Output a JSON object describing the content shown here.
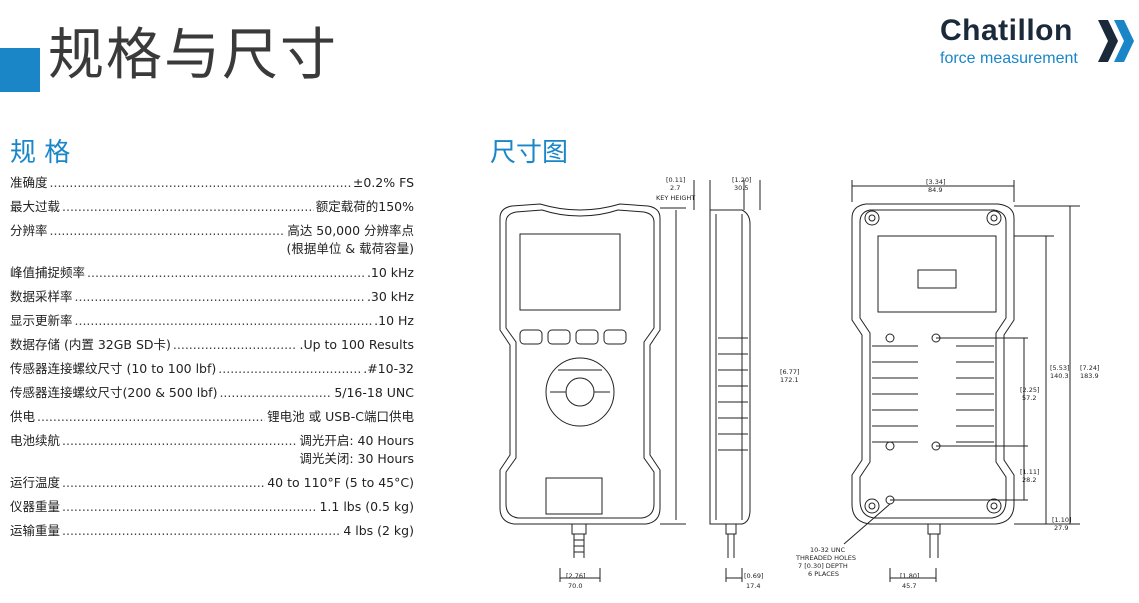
{
  "header": {
    "title": "规格与尺寸"
  },
  "logo": {
    "name": "Chatillon",
    "tagline": "force measurement",
    "brand_color": "#1a86c8"
  },
  "sections": {
    "specs_title": "规 格",
    "dims_title": "尺寸图"
  },
  "specs": [
    {
      "label": "准确度",
      "value": [
        "±0.2% FS"
      ]
    },
    {
      "label": "最大过载",
      "value": [
        "额定载荷的150%"
      ]
    },
    {
      "label": "分辨率",
      "value": [
        "高达 50,000 分辨率点",
        "(根据单位 & 载荷容量)"
      ]
    },
    {
      "label": "峰值捕捉频率",
      "value": [
        ".10 kHz"
      ]
    },
    {
      "label": "数据采样率",
      "value": [
        ".30 kHz"
      ]
    },
    {
      "label": "显示更新率",
      "value": [
        ".10 Hz"
      ]
    },
    {
      "label": "数据存储 (内置 32GB SD卡)",
      "value": [
        ".Up to 100 Results"
      ]
    },
    {
      "label": "传感器连接螺纹尺寸 (10 to 100 lbf)",
      "value": [
        ".#10-32"
      ]
    },
    {
      "label": "传感器连接螺纹尺寸(200 & 500 lbf)",
      "value": [
        "5/16-18 UNC"
      ]
    },
    {
      "label": "供电",
      "value": [
        "锂电池 或 USB-C端口供电"
      ]
    },
    {
      "label": "电池续航",
      "value": [
        "调光开启: 40 Hours",
        "调光关闭: 30 Hours"
      ]
    },
    {
      "label": "运行温度",
      "value": [
        "40 to 110°F (5 to 45°C)"
      ]
    },
    {
      "label": "仪器重量",
      "value": [
        "1.1 lbs (0.5 kg)"
      ]
    },
    {
      "label": "运输重量",
      "value": [
        "4 lbs (2 kg)"
      ]
    }
  ],
  "dimensions": {
    "front_width_in": "[2.76]",
    "front_width_mm": "70.0",
    "side_depth_in": "[1.20]",
    "side_depth_mm": "30.5",
    "key_height_in": "[0.11]",
    "key_height_mm": "2.7",
    "key_height_label": "KEY HEIGHT",
    "side_overall_in": "[6.77]",
    "side_overall_mm": "172.1",
    "side_bottom_in": "[0.69]",
    "side_bottom_mm": "17.4",
    "rear_width_in": "[3.34]",
    "rear_width_mm": "84.9",
    "rear_h1_in": "[5.53]",
    "rear_h1_mm": "140.3",
    "rear_h2_in": "[7.24]",
    "rear_h2_mm": "183.9",
    "hole_spacing_in": "[2.25]",
    "hole_spacing_mm": "57.2",
    "hole_offset_in": "[1.11]",
    "hole_offset_mm": "28.2",
    "bottom_offset_in": "[1.10]",
    "bottom_offset_mm": "27.9",
    "rear_bottom_in": "[1.80]",
    "rear_bottom_mm": "45.7",
    "threads_note": [
      "10-32 UNC",
      "THREADED HOLES",
      "7 [0.30] DEPTH",
      "6 PLACES"
    ]
  }
}
